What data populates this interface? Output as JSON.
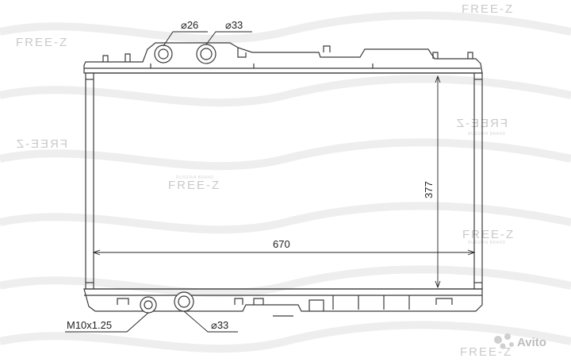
{
  "watermark": {
    "brand": "FREE-Z",
    "mirrored": "FREE-Z",
    "tagline": "RUSSIAN BRAND"
  },
  "dimensions": {
    "inlet_top_left": "⌀26",
    "inlet_top_right": "⌀33",
    "height": "377",
    "width": "670",
    "drain_thread": "M10x1.25",
    "outlet_bottom": "⌀33"
  },
  "site_badge": {
    "label": "Avito"
  },
  "colors": {
    "line": "#3a3a3a",
    "dimension": "#222222",
    "watermark": "#c9c9c9",
    "wave": "#efefef"
  }
}
